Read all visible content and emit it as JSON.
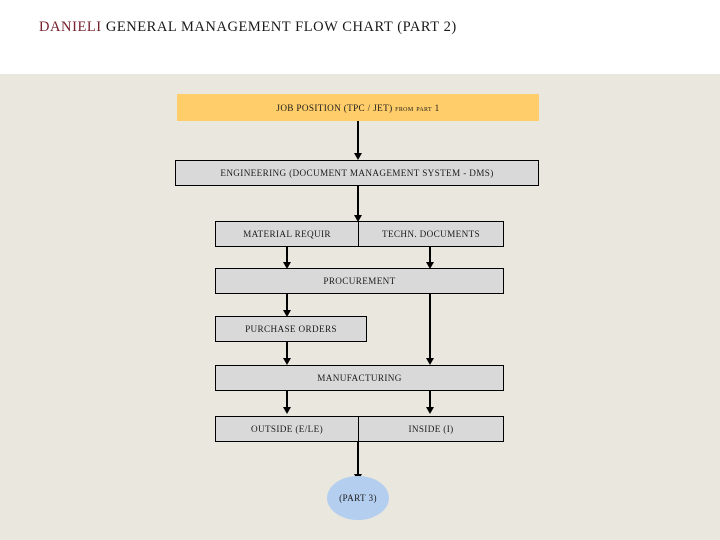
{
  "slide": {
    "title_brand": "DANIELI",
    "title_rest": " GENERAL MANAGEMENT FLOW CHART (PART 2)",
    "background_top": "#ffffff",
    "background_body": "#eae7de",
    "brand_color": "#76202c"
  },
  "chart_data": {
    "type": "diagram",
    "title": "DANIELI GENERAL MANAGEMENT FLOW CHART (PART 2)",
    "nodes": [
      {
        "id": "job-position",
        "label": "JOB POSITION (TPC  / JET) from part 1",
        "shape": "rect",
        "fill": "#ffce6a"
      },
      {
        "id": "engineering",
        "label": "ENGINEERING (DOCUMENT MANAGEMENT SYSTEM - DMS)",
        "shape": "rect",
        "fill": "#d9d9d9"
      },
      {
        "id": "material-requir",
        "label": "MATERIAL REQUIR",
        "shape": "rect",
        "fill": "#d9d9d9"
      },
      {
        "id": "techn-documents",
        "label": "TECHN. DOCUMENTS",
        "shape": "rect",
        "fill": "#d9d9d9"
      },
      {
        "id": "procurement",
        "label": "PROCUREMENT",
        "shape": "rect",
        "fill": "#d9d9d9"
      },
      {
        "id": "purchase-orders",
        "label": "PURCHASE ORDERS",
        "shape": "rect",
        "fill": "#d9d9d9"
      },
      {
        "id": "manufacturing",
        "label": "MANUFACTURING",
        "shape": "rect",
        "fill": "#d9d9d9"
      },
      {
        "id": "outside",
        "label": "OUTSIDE (E/LE)",
        "shape": "rect",
        "fill": "#d9d9d9"
      },
      {
        "id": "inside",
        "label": "INSIDE (I)",
        "shape": "rect",
        "fill": "#d9d9d9"
      },
      {
        "id": "part-3",
        "label": "(PART 3)",
        "shape": "ellipse",
        "fill": "#b4ceef"
      }
    ],
    "edges": [
      {
        "from": "job-position",
        "to": "engineering"
      },
      {
        "from": "engineering",
        "to": "material-requir"
      },
      {
        "from": "material-requir",
        "to": "procurement"
      },
      {
        "from": "techn-documents",
        "to": "procurement"
      },
      {
        "from": "procurement",
        "to": "purchase-orders"
      },
      {
        "from": "procurement",
        "to": "manufacturing"
      },
      {
        "from": "purchase-orders",
        "to": "manufacturing"
      },
      {
        "from": "manufacturing",
        "to": "outside"
      },
      {
        "from": "manufacturing",
        "to": "inside"
      },
      {
        "from": "outside",
        "to": "part-3"
      }
    ]
  }
}
